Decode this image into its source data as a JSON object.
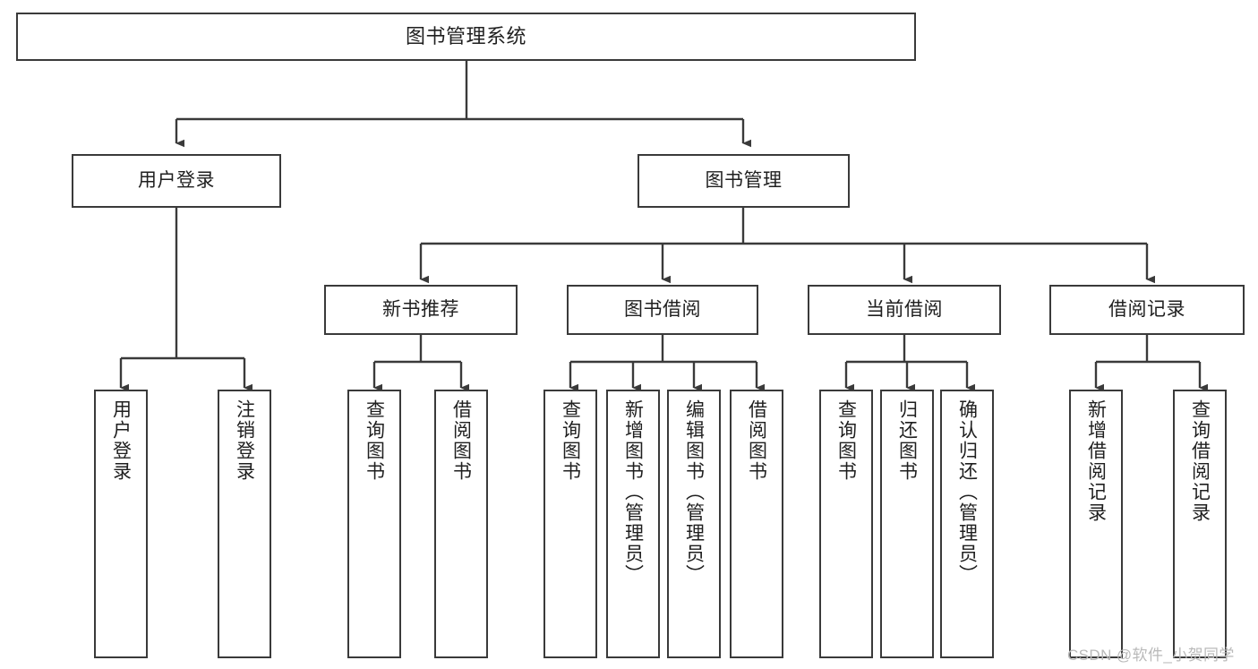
{
  "diagram": {
    "title": "图书管理系统",
    "type": "tree-hierarchy",
    "watermark": "CSDN @软件_小贺同学",
    "colors": {
      "background": "#ffffff",
      "node_border": "#3a3a3a",
      "node_fill": "#ffffff",
      "connector": "#3a3a3a",
      "text": "#1f1f1f",
      "watermark": "#b9b9b9"
    },
    "nodes": {
      "root": {
        "label": "图书管理系统"
      },
      "level2": [
        {
          "id": "user-login",
          "label": "用户登录"
        },
        {
          "id": "book-management",
          "label": "图书管理"
        }
      ],
      "level3": [
        {
          "id": "new-book-recommend",
          "label": "新书推荐"
        },
        {
          "id": "book-borrow",
          "label": "图书借阅"
        },
        {
          "id": "current-borrow",
          "label": "当前借阅"
        },
        {
          "id": "borrow-record",
          "label": "借阅记录"
        }
      ],
      "leaves": {
        "user_login": [
          {
            "id": "leaf-user-login",
            "label": "用户登录"
          },
          {
            "id": "leaf-logout",
            "label": "注销登录"
          }
        ],
        "new_book_recommend": [
          {
            "id": "leaf-query-book-1",
            "label": "查询图书"
          },
          {
            "id": "leaf-borrow-book-1",
            "label": "借阅图书"
          }
        ],
        "book_borrow": [
          {
            "id": "leaf-query-book-2",
            "label": "查询图书"
          },
          {
            "id": "leaf-add-book",
            "label": "新增图书（管理员）"
          },
          {
            "id": "leaf-edit-book",
            "label": "编辑图书（管理员）"
          },
          {
            "id": "leaf-borrow-book-2",
            "label": "借阅图书"
          }
        ],
        "current_borrow": [
          {
            "id": "leaf-query-book-3",
            "label": "查询图书"
          },
          {
            "id": "leaf-return-book",
            "label": "归还图书"
          },
          {
            "id": "leaf-confirm-return",
            "label": "确认归还（管理员）"
          }
        ],
        "borrow_record": [
          {
            "id": "leaf-add-record",
            "label": "新增借阅记录"
          },
          {
            "id": "leaf-query-record",
            "label": "查询借阅记录"
          }
        ]
      }
    }
  }
}
